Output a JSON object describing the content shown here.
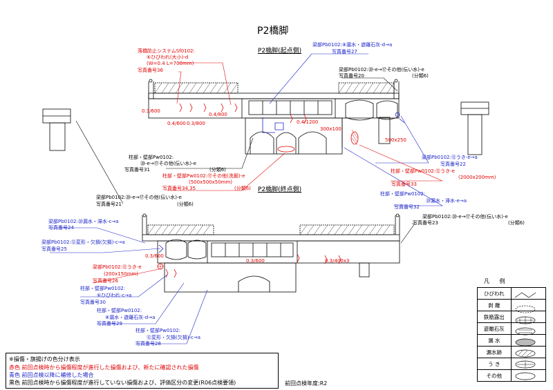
{
  "title": "P2橋脚",
  "section_start": "P2橋脚(起点側)",
  "section_end": "P2橋脚(終点側)",
  "labels": {
    "a1": "落橋防止システムSf0102:",
    "a2": "⑥ひびわれ(大小)-d",
    "a3": "(W=0.4 L=700mm)",
    "a4": "写真番号36",
    "b1": "梁部Pb0102:⑧漏水・遊離石灰-d→a",
    "b2": "写真番号27",
    "c1": "梁部Pb0102:⑳-e→⑰その他(伝い水)-e",
    "c2": "写真番号20",
    "c3": "(分類6)",
    "d1": "柱部・壁部Pw0102:",
    "d2": "⑳-e→⑰その他(伝い水)-e",
    "d3": "(分類6)",
    "d4": "写真番号31",
    "e1": "柱部・壁部Pw0102:⑰その他(洗掘)-e",
    "e2": "(500x500x50mm)",
    "e3": "写真番号34,35",
    "e4": "(分類6)",
    "f1": "梁部Pb0102:⑫うき-e→a",
    "f2": "写真番号22",
    "g1": "柱部・壁部Pw0102:⑫うき-e",
    "g2": "(2000x200mm)",
    "g3": "写真番号33",
    "h1": "梁部Pb0102:⑳-e→⑰その他(伝い水)-e",
    "h2": "写真番号21",
    "h3": "(分類6)",
    "i1": "柱部・壁部Pw0102:",
    "i2": "⑳漏水・滞水-e→a",
    "i3": "写真番号32",
    "j1": "梁部Pb0102:⑳漏水・滞水-c→a",
    "j2": "写真番号24",
    "k1": "梁部Pb0102:⑳-e→⑰その他(伝い水)-e",
    "k2": "写真番号23",
    "k3": "(分類6)",
    "l1": "梁部Pb0102:⑫変形・欠損(欠損)-c→a",
    "l2": "写真番号25",
    "m1": "梁部Pb0102:⑫うき-e",
    "m2": "(200x150mm)",
    "m3": "写真番号26",
    "n1": "柱部・壁部Pw0102:",
    "n2": "⑥ひびわれ-c→a",
    "n3": "写真番号30",
    "o1": "柱部・壁部Pw0102:",
    "o2": "⑧漏水・遊離石灰-d→a",
    "o3": "写真番号29",
    "p1": "柱部・壁部Pw0102:",
    "p2": "⑫変形・欠損(欠損)-c→a",
    "p3": "写真番号28"
  },
  "dims": {
    "d1": "0.3/600",
    "d2": "0.4/800",
    "d3": "0.4/600",
    "d4": "0.3/800",
    "d5": "0.4/1200",
    "d6": "300x100",
    "d7": "500x250",
    "d8": "0.3/600",
    "d9": "0.3/600",
    "d10": "0.3/400x3"
  },
  "legend": {
    "title": "凡 例",
    "items": [
      "ひびわれ",
      "剥 離",
      "鉄筋露出",
      "遊離石灰",
      "漏 水",
      "漏水跡",
      "う き",
      "その他"
    ]
  },
  "note": {
    "head": "※損傷・旗揚げの色分け表示",
    "red": "赤色 前回点検時から損傷程度が進行した損傷および、新たに確認された損傷",
    "blue": "青色 前回点検以降に補修した場合",
    "black": "黒色 前回点検時から損傷程度が進行していない損傷および、評価区分の変更(R06点検要領)"
  },
  "previous_year": "前回点検年度:R2",
  "colors": {
    "red": "#e00000",
    "blue": "#1a22c8",
    "black": "#000000"
  }
}
